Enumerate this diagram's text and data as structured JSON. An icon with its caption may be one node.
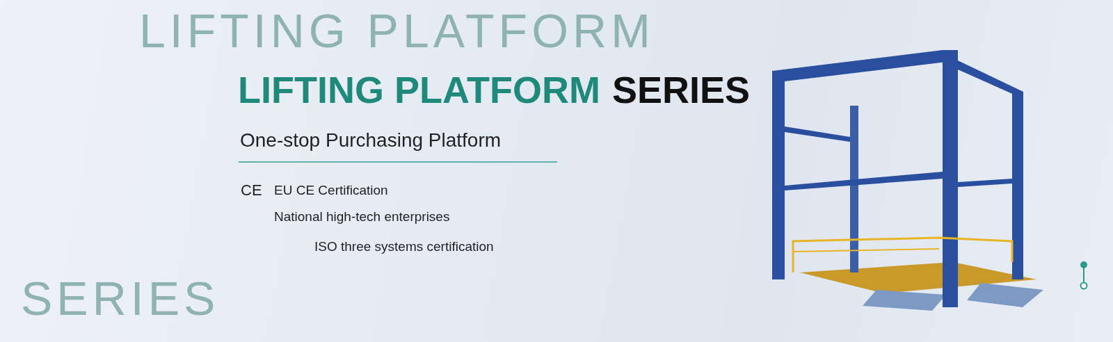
{
  "diagram": {
    "labels": [
      "LIFTING PLATFORM",
      "SERIES",
      "LIFTING PLATFORM",
      "SERIES",
      "One-stop Purchasing Platform",
      "CE",
      "EU CE Certification",
      "National high-tech enterprises",
      "ISO three systems certification"
    ]
  }
}
